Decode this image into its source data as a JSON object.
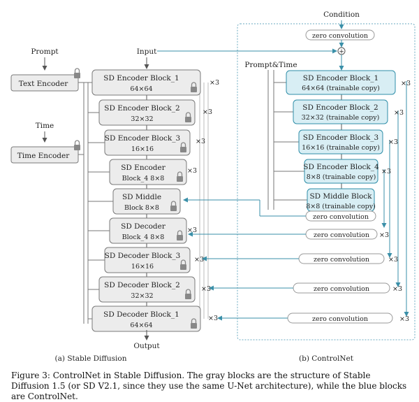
{
  "diagram": {
    "left_inputs": {
      "prompt": "Prompt",
      "time": "Time",
      "input": "Input",
      "text_encoder": "Text Encoder",
      "time_encoder": "Time Encoder"
    },
    "sd_blocks": [
      {
        "line1": "SD Encoder Block_1",
        "line2": "64×64"
      },
      {
        "line1": "SD Encoder Block_2",
        "line2": "32×32"
      },
      {
        "line1": "SD Encoder Block_3",
        "line2": "16×16"
      },
      {
        "line1": "SD Encoder",
        "line2": "Block_4 8×8"
      },
      {
        "line1": "SD Middle",
        "line2": "Block 8×8"
      },
      {
        "line1": "SD Decoder",
        "line2": "Block_4 8×8"
      },
      {
        "line1": "SD Decoder Block_3",
        "line2": "16×16"
      },
      {
        "line1": "SD Decoder Block_2",
        "line2": "32×32"
      },
      {
        "line1": "SD Decoder Block_1",
        "line2": "64×64"
      }
    ],
    "multiplier": "×3",
    "output": "Output",
    "condition": "Condition",
    "prompt_time": "Prompt&Time",
    "zero_conv": "zero convolution",
    "cn_blocks": [
      {
        "line1": "SD Encoder Block_1",
        "line2": "64×64 (trainable copy)"
      },
      {
        "line1": "SD Encoder Block_2",
        "line2": "32×32 (trainable copy)"
      },
      {
        "line1": "SD Encoder Block_3",
        "line2": "16×16 (trainable copy)"
      },
      {
        "line1": "SD Encoder Block_4",
        "line2": "8×8 (trainable copy)"
      },
      {
        "line1": "SD Middle Block",
        "line2": "8×8 (trainable copy)"
      }
    ],
    "sub_a": "(a) Stable Diffusion",
    "sub_b": "(b) ControlNet",
    "plus": "+"
  },
  "caption": "Figure 3: ControlNet in Stable Diffusion. The gray blocks are the structure of Stable Diffusion 1.5 (or SD V2.1, since they use the same U-Net architecture), while the blue blocks are ControlNet.",
  "colors": {
    "gray_fill": "#ececec",
    "gray_stroke": "#7a7a7a",
    "blue_fill": "#d8eef4",
    "blue_stroke": "#2f8ea8",
    "arrow_blue": "#3a8fa8"
  }
}
